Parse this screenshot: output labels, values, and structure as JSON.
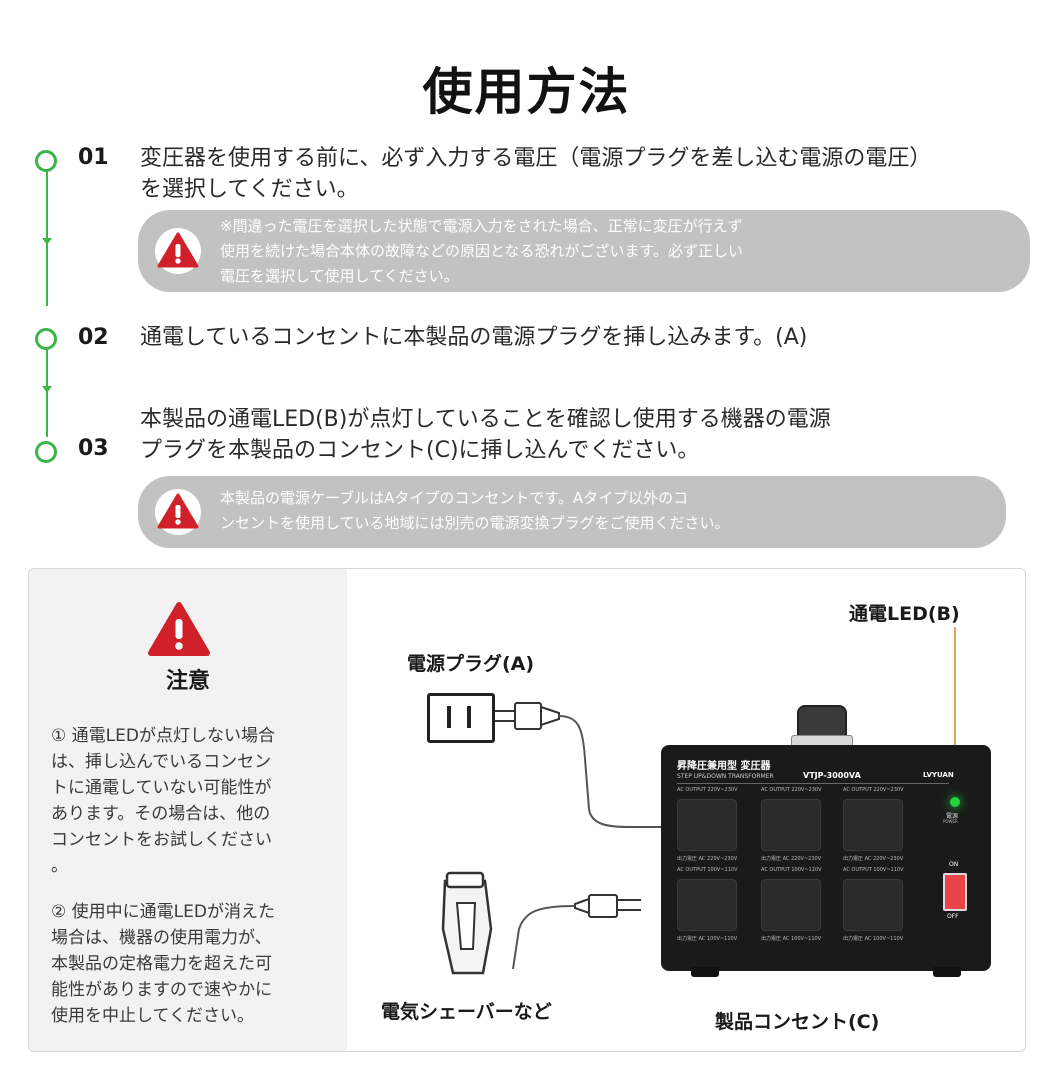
{
  "title": "使用方法",
  "steps": [
    {
      "num": "01",
      "line1": "変圧器を使用する前に、必ず入力する電圧（電源プラグを差し込む電源の電圧）",
      "line2": "を選択してください。"
    },
    {
      "num": "02",
      "line1": "通電しているコンセントに本製品の電源プラグを挿し込みます。(A)"
    },
    {
      "num": "03",
      "line1": "本製品の通電LED(B)が点灯していることを確認し使用する機器の電源",
      "line2": "プラグを本製品のコンセント(C)に挿し込んでください。"
    }
  ],
  "warnings": [
    {
      "line1": "※間違った電圧を選択した状態で電源入力をされた場合、正常に変圧が行えず",
      "line2": "使用を続けた場合本体の故障などの原因となる恐れがございます。必ず正しい",
      "line3": "電圧を選択して使用してください。"
    },
    {
      "line1": "本製品の電源ケーブルはAタイプのコンセントです。Aタイプ以外のコ",
      "line2": "ンセントを使用している地域には別売の電源変換プラグをご使用ください。"
    }
  ],
  "caution": {
    "title": "注意",
    "p1_lines": [
      "① 通電LEDが点灯しない場合",
      "は、挿し込んでいるコンセン",
      "トに通電していない可能性が",
      "あります。その場合は、他の",
      "コンセントをお試しください",
      "。"
    ],
    "p2_lines": [
      "② 使用中に通電LEDが消えた",
      "場合は、機器の使用電力が、",
      "本製品の定格電力を超えた可",
      "能性がありますので速やかに",
      "使用を中止してください。"
    ]
  },
  "diagram": {
    "label_plug": "電源プラグ(A)",
    "label_led": "通電LED(B)",
    "label_shaver": "電気シェーバーなど",
    "label_outlet": "製品コンセント(C)",
    "device_name_jp": "昇降圧兼用型 変圧器",
    "device_name_en": "STEP UP&DOWN TRANSFORMER",
    "model": "VTJP-3000VA",
    "brand": "LVYUAN",
    "power_jp": "電源",
    "power_en": "POWER",
    "on": "ON",
    "off": "OFF",
    "top_outlet_label": "AC OUTPUT 220V~230V",
    "mid_outlet_label": "出力電圧 AC 220V~230V",
    "mid2_outlet_label": "AC OUTPUT 100V~110V",
    "bottom_outlet_label": "出力電圧 AC 100V~110V",
    "led_color": "#27d23a"
  },
  "colors": {
    "accent": "#3ab54a",
    "warning": "#d0202a"
  }
}
